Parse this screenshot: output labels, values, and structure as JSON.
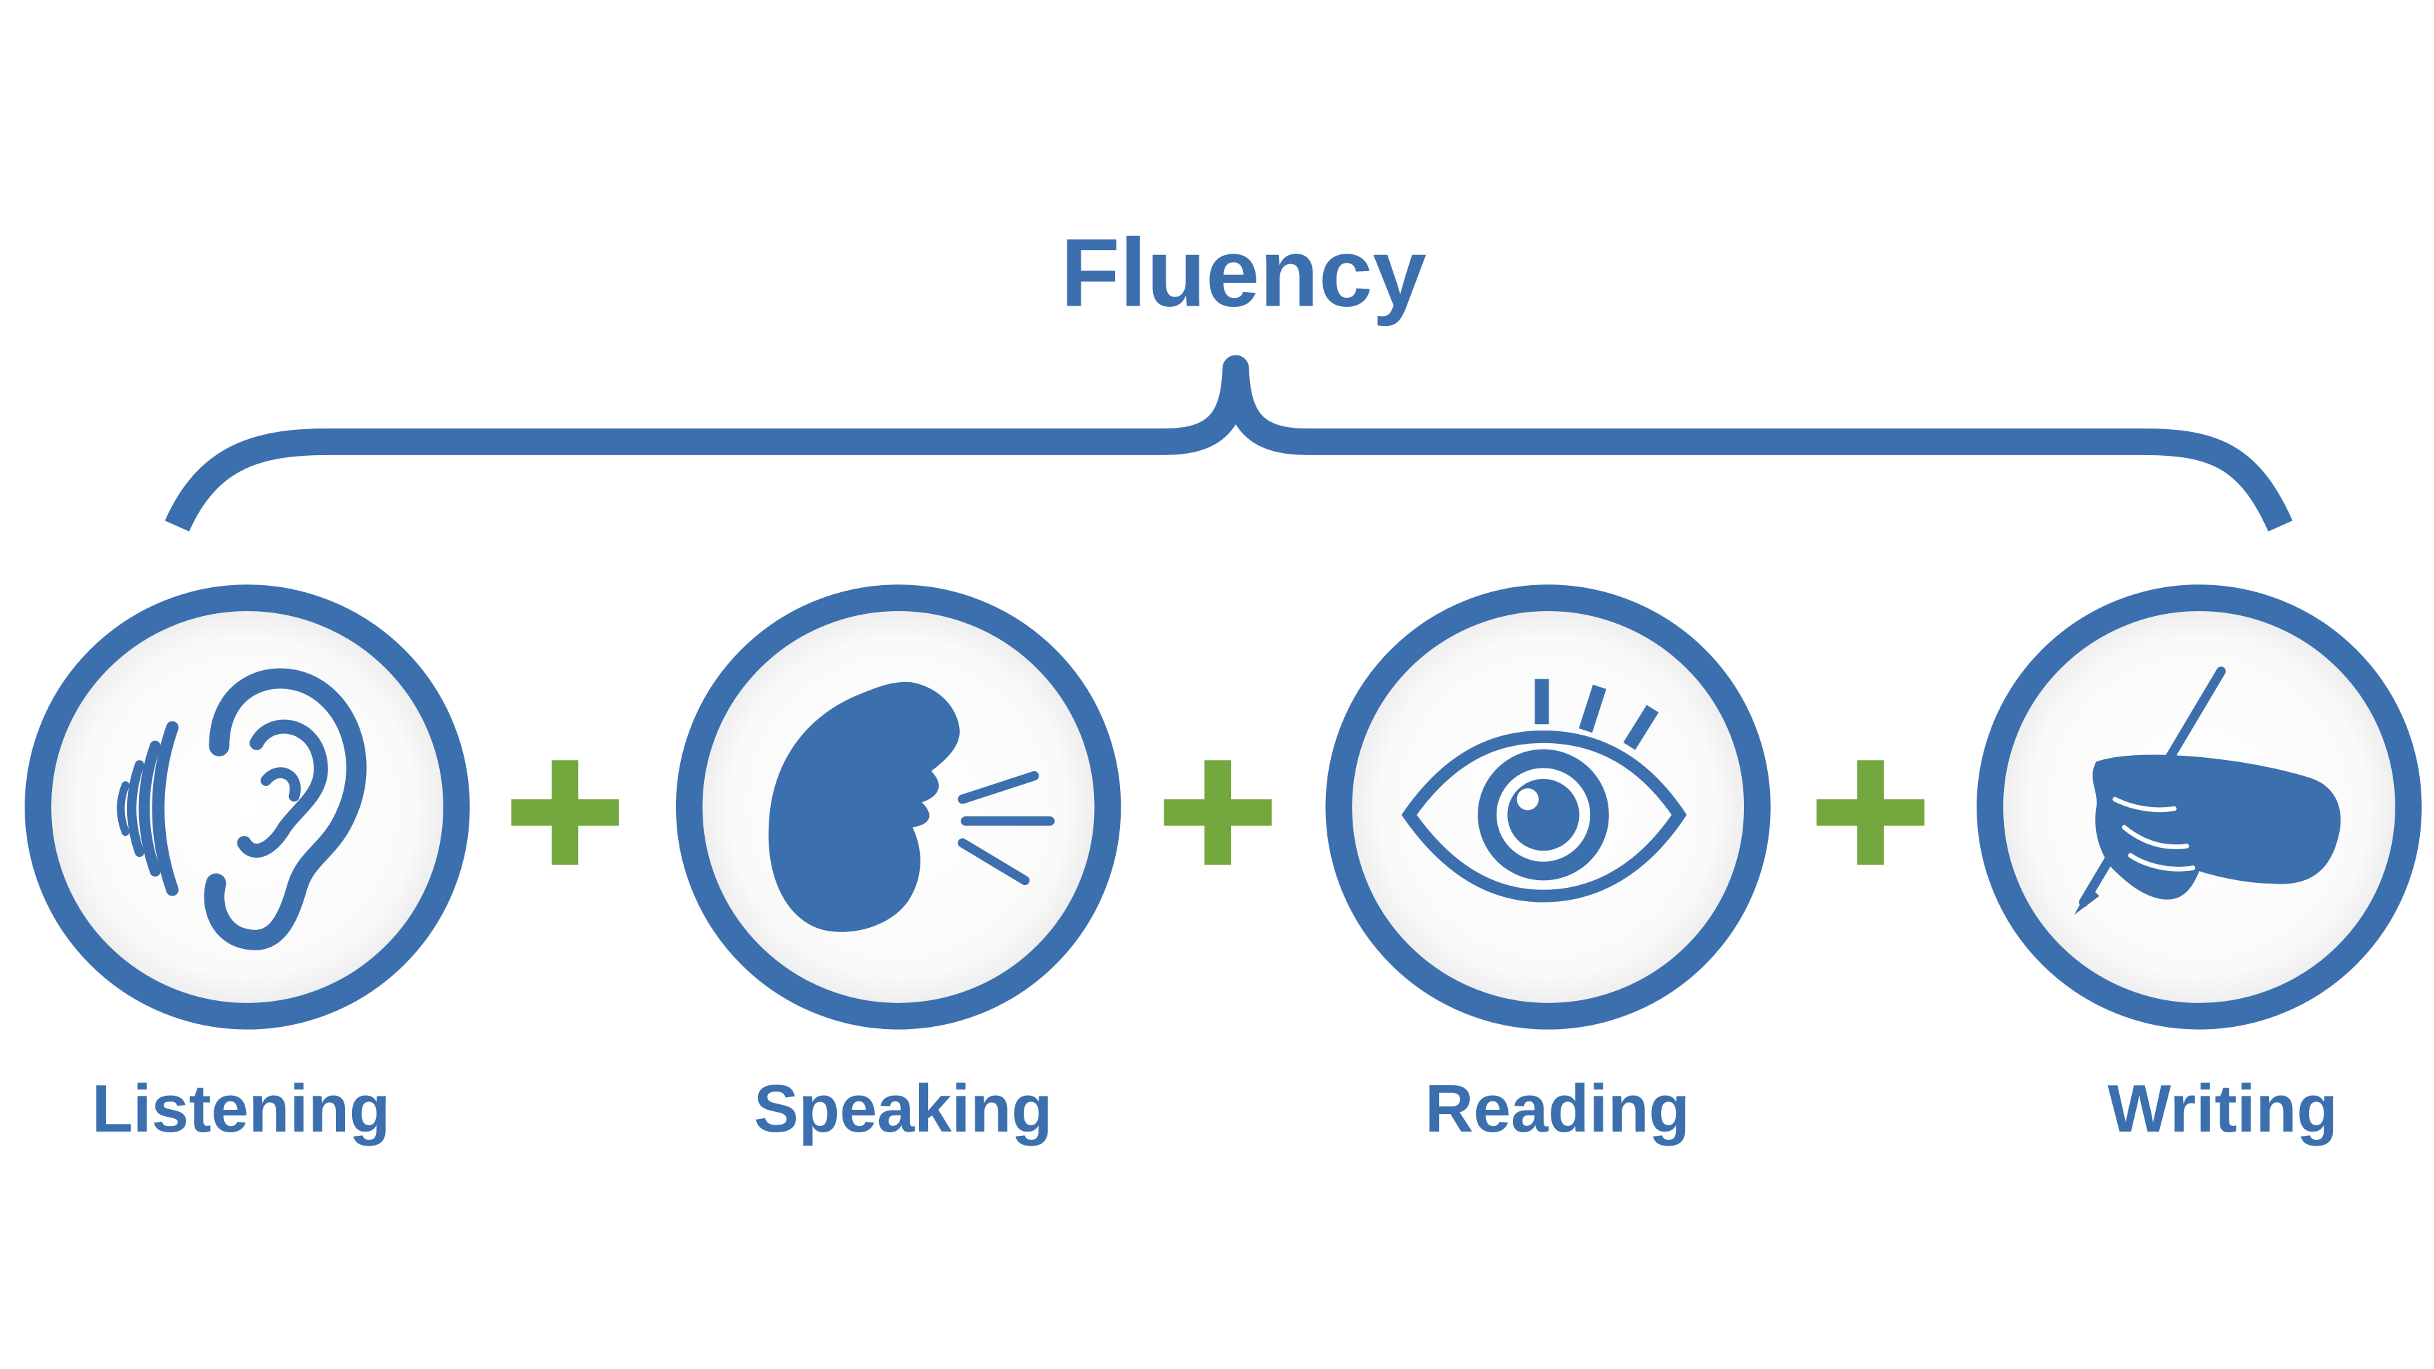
{
  "title": "Fluency",
  "skills": [
    {
      "label": "Listening",
      "icon": "ear-icon"
    },
    {
      "label": "Speaking",
      "icon": "speaking-head-icon"
    },
    {
      "label": "Reading",
      "icon": "eye-icon"
    },
    {
      "label": "Writing",
      "icon": "writing-hand-icon"
    }
  ],
  "operator": "+",
  "colors": {
    "primary": "#3c6fae",
    "accent": "#73a83e",
    "circle_fill": "#f6f6f6",
    "background": "#ffffff"
  }
}
